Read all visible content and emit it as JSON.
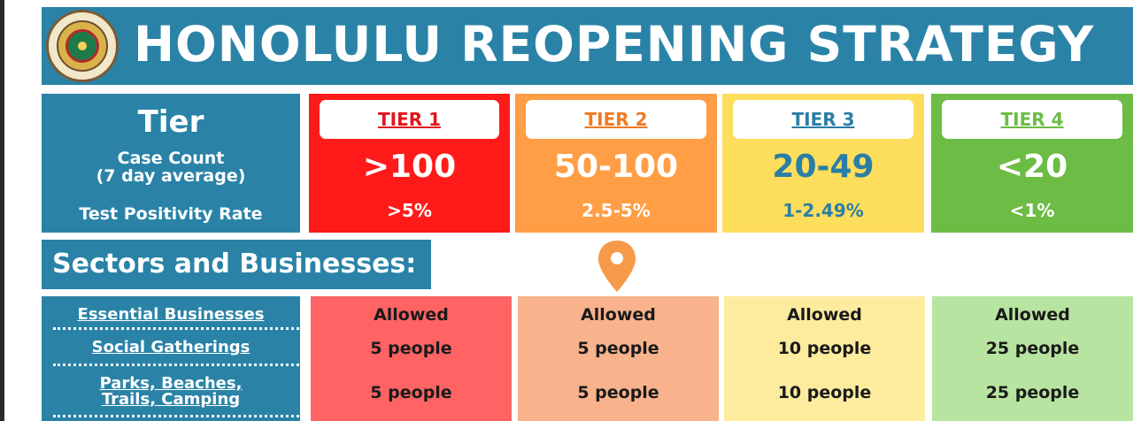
{
  "header": {
    "title": "HONOLULU REOPENING STRATEGY"
  },
  "tier_label": {
    "tier": "Tier",
    "case_count": "Case Count",
    "case_count_note": "(7 day average)",
    "positivity": "Test Positivity Rate"
  },
  "tiers": [
    {
      "name": "TIER 1",
      "cases": ">100",
      "positivity": ">5%",
      "color": "#ff1a1a",
      "label_color": "#e0161d"
    },
    {
      "name": "TIER 2",
      "cases": "50-100",
      "positivity": "2.5-5%",
      "color": "#ff9e45",
      "label_color": "#f07a22"
    },
    {
      "name": "TIER 3",
      "cases": "20-49",
      "positivity": "1-2.49%",
      "color": "#fddd5c",
      "label_color": "#2a7ea6"
    },
    {
      "name": "TIER 4",
      "cases": "<20",
      "positivity": "<1%",
      "color": "#6cbc45",
      "label_color": "#6cbc45"
    }
  ],
  "sectors_heading": "Sectors and Businesses:",
  "current_marker": {
    "icon": "location-pin-icon",
    "tier": "TIER 2",
    "color": "#f59a48"
  },
  "rows": [
    {
      "sector": "Essential Businesses",
      "values": [
        "Allowed",
        "Allowed",
        "Allowed",
        "Allowed"
      ]
    },
    {
      "sector": "Social Gatherings",
      "values": [
        "5 people",
        "5 people",
        "10 people",
        "25 people"
      ]
    },
    {
      "sector_line1": "Parks, Beaches,",
      "sector_line2": "Trails, Camping",
      "values": [
        "5 people",
        "5 people",
        "10 people",
        "25 people"
      ]
    }
  ],
  "row_colors": [
    "#ff6363",
    "#f8b28c",
    "#fdeb9e",
    "#b7e4a1"
  ]
}
